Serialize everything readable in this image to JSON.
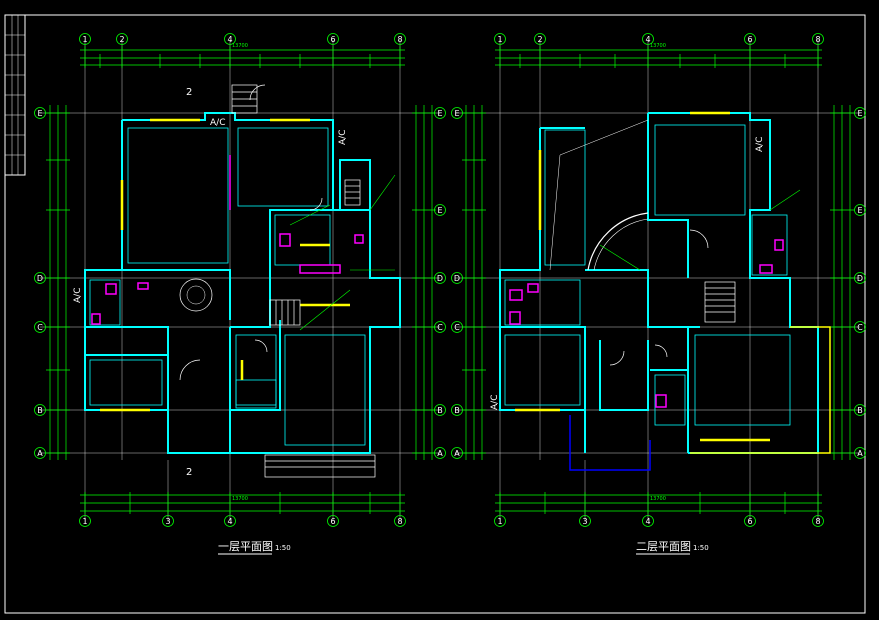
{
  "colors": {
    "background": "#000000",
    "grid": "#ffffff",
    "dim": "#00ff00",
    "wall": "#00ffff",
    "window": "#ffff00",
    "accent": "#ff00ff",
    "red": "#ff0000",
    "blue": "#0000ff"
  },
  "plan_left": {
    "title": "一层平面图",
    "scale": "1:50",
    "axes_top": [
      "1",
      "2",
      "4",
      "6",
      "8"
    ],
    "axes_bottom": [
      "1",
      "3",
      "4",
      "6",
      "8"
    ],
    "axes_left": [
      "E",
      "D",
      "C",
      "B",
      "A"
    ],
    "axes_right": [
      "E",
      "E",
      "D",
      "C",
      "B",
      "A"
    ],
    "dim_total": "13700",
    "section_mark": "2",
    "ac_labels": [
      "A/C",
      "A/C",
      "A/C"
    ]
  },
  "plan_right": {
    "title": "二层平面图",
    "scale": "1:50",
    "axes_top": [
      "1",
      "2",
      "4",
      "6",
      "8"
    ],
    "axes_bottom": [
      "1",
      "3",
      "4",
      "6",
      "8"
    ],
    "axes_left": [
      "E",
      "D",
      "C",
      "B",
      "A"
    ],
    "axes_right": [
      "E",
      "E",
      "D",
      "C",
      "B",
      "A"
    ],
    "dim_total": "13700",
    "ac_labels": [
      "A/C",
      "A/C"
    ]
  }
}
